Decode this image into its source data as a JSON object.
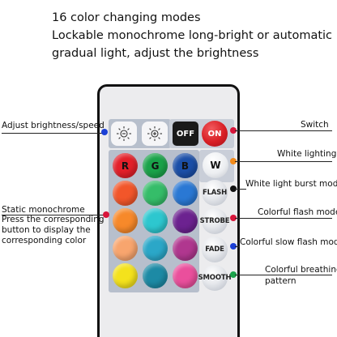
{
  "header": {
    "line1": "16 color changing modes",
    "line2": "Lockable monochrome long-bright or automatic",
    "line3": "gradual light, adjust the brightness"
  },
  "remote": {
    "off_label": "OFF",
    "on_label": "ON",
    "white_label": "W",
    "flash_label": "FLASH",
    "strobe_label": "STROBE",
    "fade_label": "FADE",
    "smooth_label": "SMOOTH",
    "color_buttons": [
      {
        "label": "R",
        "color": "#e3202a"
      },
      {
        "label": "G",
        "color": "#1aa34a"
      },
      {
        "label": "B",
        "color": "#1b4fa8"
      },
      {
        "label": "",
        "color": "#f2562a"
      },
      {
        "label": "",
        "color": "#35bd69"
      },
      {
        "label": "",
        "color": "#2a78d4"
      },
      {
        "label": "",
        "color": "#f7892a"
      },
      {
        "label": "",
        "color": "#2dc7cf"
      },
      {
        "label": "",
        "color": "#6c2290"
      },
      {
        "label": "",
        "color": "#f8a56e"
      },
      {
        "label": "",
        "color": "#2ba7c8"
      },
      {
        "label": "",
        "color": "#b0378f"
      },
      {
        "label": "",
        "color": "#f4e21c"
      },
      {
        "label": "",
        "color": "#1d8aa5"
      },
      {
        "label": "",
        "color": "#ea4f9c"
      }
    ],
    "accent_colors": {
      "body": "#ececee",
      "panel": "#b7bfcc",
      "off_button": "#1a1a1a",
      "on_button": "#d81e24"
    }
  },
  "annotations": {
    "brightness": "Adjust brightness/speed",
    "switch": "Switch",
    "white_lighting": "White lighting",
    "burst": "White light burst mode",
    "static_line1": "Static monochrome",
    "static_line2": "Press the corresponding",
    "static_line3": "button to display the",
    "static_line4": "corresponding color",
    "flash": "Colorful flash mode",
    "slow_flash": "Colorful slow flash mode",
    "breathing_line1": "Colorful breathing",
    "breathing_line2": "pattern"
  },
  "dot_colors": {
    "brightness": "#1a3fd6",
    "switch": "#d8153a",
    "white_lighting": "#f28a1a",
    "burst": "#111111",
    "static": "#d8153a",
    "flash": "#d8153a",
    "slow_flash": "#1a3fd6",
    "breathing": "#1aa34a"
  }
}
